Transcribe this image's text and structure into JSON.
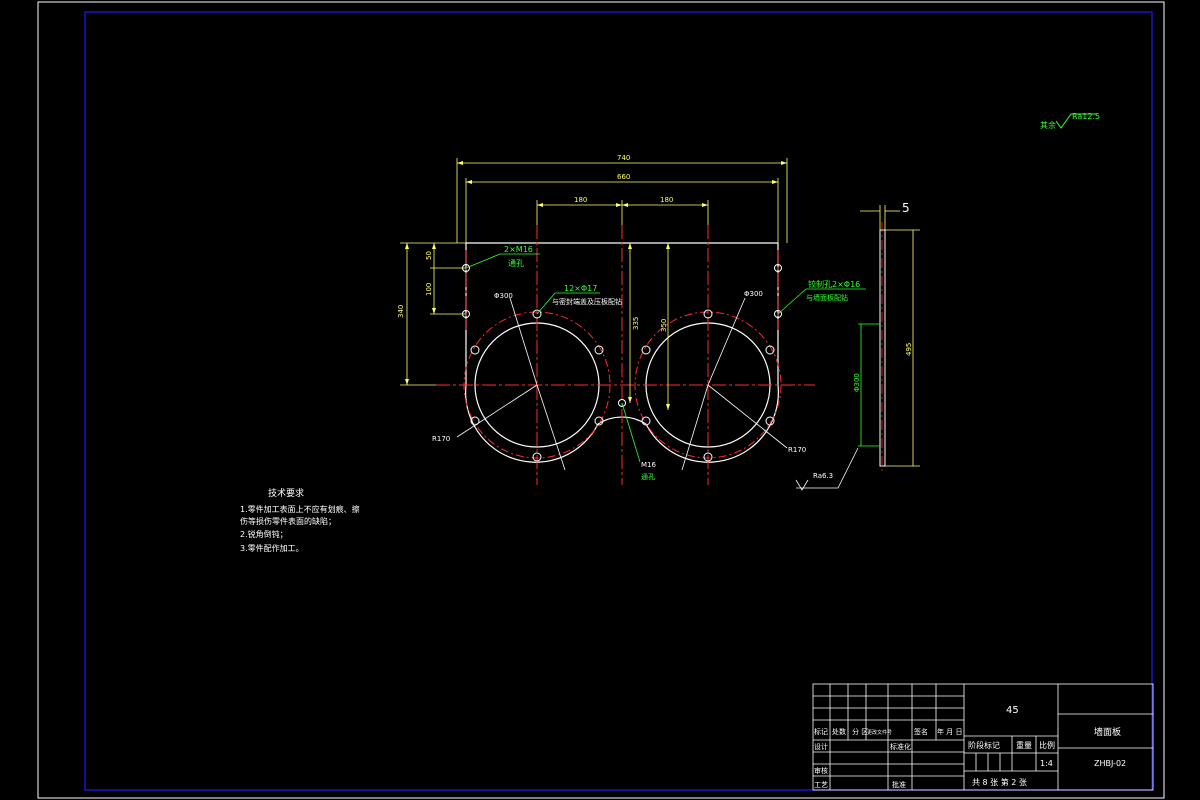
{
  "colors": {
    "background": "#000000",
    "frame_outer": "#ffffff",
    "frame_inner": "#1a1aff",
    "outline": "#ffffff",
    "centerline": "#ff2a2a",
    "dimension": "#ffff66",
    "leader_text": "#33ff33"
  },
  "surface_finish": {
    "prefix": "其余",
    "value": "Ra12.5"
  },
  "dimensions": {
    "overall_width": "740",
    "inner_width": "660",
    "left_pitch": "180",
    "right_pitch": "180",
    "top_offset": "50",
    "hole_spacing": "100",
    "height_left": "340",
    "center_height": "335",
    "height_right": "350",
    "left_pcd": "Φ300",
    "right_pcd": "Φ300",
    "left_radius": "R170",
    "right_radius": "R170",
    "side_thickness": "5",
    "side_height": "495",
    "side_dia": "Φ300",
    "side_roughness": "Ra6.3"
  },
  "callouts": {
    "tapped_holes": "2×M16",
    "tapped_holes_note": "通孔",
    "bolt_holes": "12×Φ17",
    "bolt_holes_note": "与密封端盖及压板配钻",
    "pin_holes": "铰制孔2×Φ16",
    "pin_holes_note": "与墙面板配钻",
    "center_thread": "M16",
    "center_thread_note": "通孔"
  },
  "tech_requirements": {
    "title": "技术要求",
    "items": [
      "1.零件加工表面上不应有划痕、擦",
      "  伤等损伤零件表面的缺陷；",
      "2.锐角倒钝；",
      "3.零件配作加工。"
    ]
  },
  "title_block": {
    "material": "45",
    "part_name": "墙面板",
    "drawing_no": "ZHBJ-02",
    "scale_label": "比例",
    "scale": "1:4",
    "weight_label": "重量",
    "stage_label": "阶段标记",
    "sheets": "共 8 张  第 2 张",
    "header": [
      "标记",
      "处数",
      "分 区",
      "更改文件号",
      "签名",
      "年 月 日"
    ],
    "rows": [
      "设计",
      "审核",
      "工艺"
    ],
    "standardize": "标准化",
    "approve": "批准"
  }
}
